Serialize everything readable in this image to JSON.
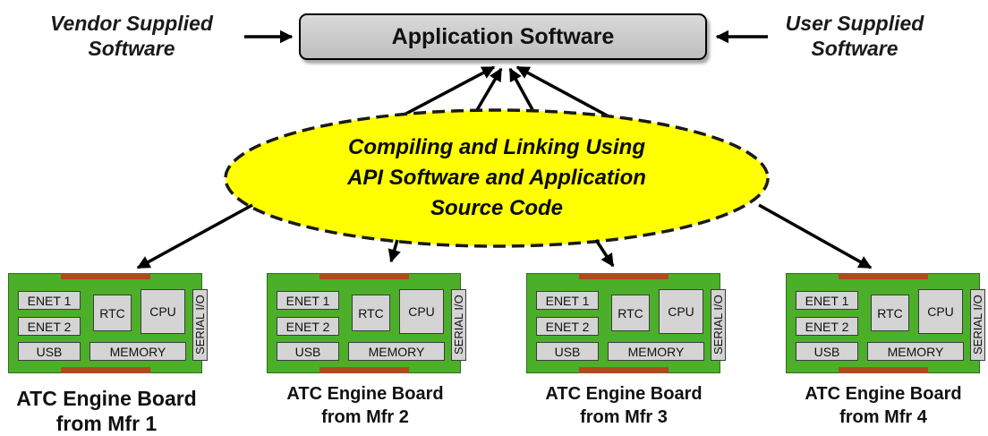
{
  "diagram": {
    "vendor_label_line1": "Vendor Supplied",
    "vendor_label_line2": "Software",
    "user_label_line1": "User Supplied",
    "user_label_line2": "Software",
    "app_box_label": "Application Software",
    "cloud_line1": "Compiling and Linking Using",
    "cloud_line2": "API Software and Application",
    "cloud_line3": "Source Code"
  },
  "board_chips": {
    "enet1": "ENET 1",
    "enet2": "ENET 2",
    "rtc": "RTC",
    "cpu": "CPU",
    "usb": "USB",
    "memory": "MEMORY",
    "serial": "SERIAL I/O"
  },
  "boards": [
    {
      "line1": "ATC Engine Board",
      "line2": "from Mfr 1"
    },
    {
      "line1": "ATC Engine Board",
      "line2": "from Mfr 2"
    },
    {
      "line1": "ATC Engine Board",
      "line2": "from Mfr 3"
    },
    {
      "line1": "ATC Engine Board",
      "line2": "from Mfr 4"
    }
  ],
  "colors": {
    "cloud_fill": "#ffff00",
    "board_green": "#4caf2a",
    "rail_red": "#b04a1e",
    "app_box_gray": "#cccccc"
  }
}
